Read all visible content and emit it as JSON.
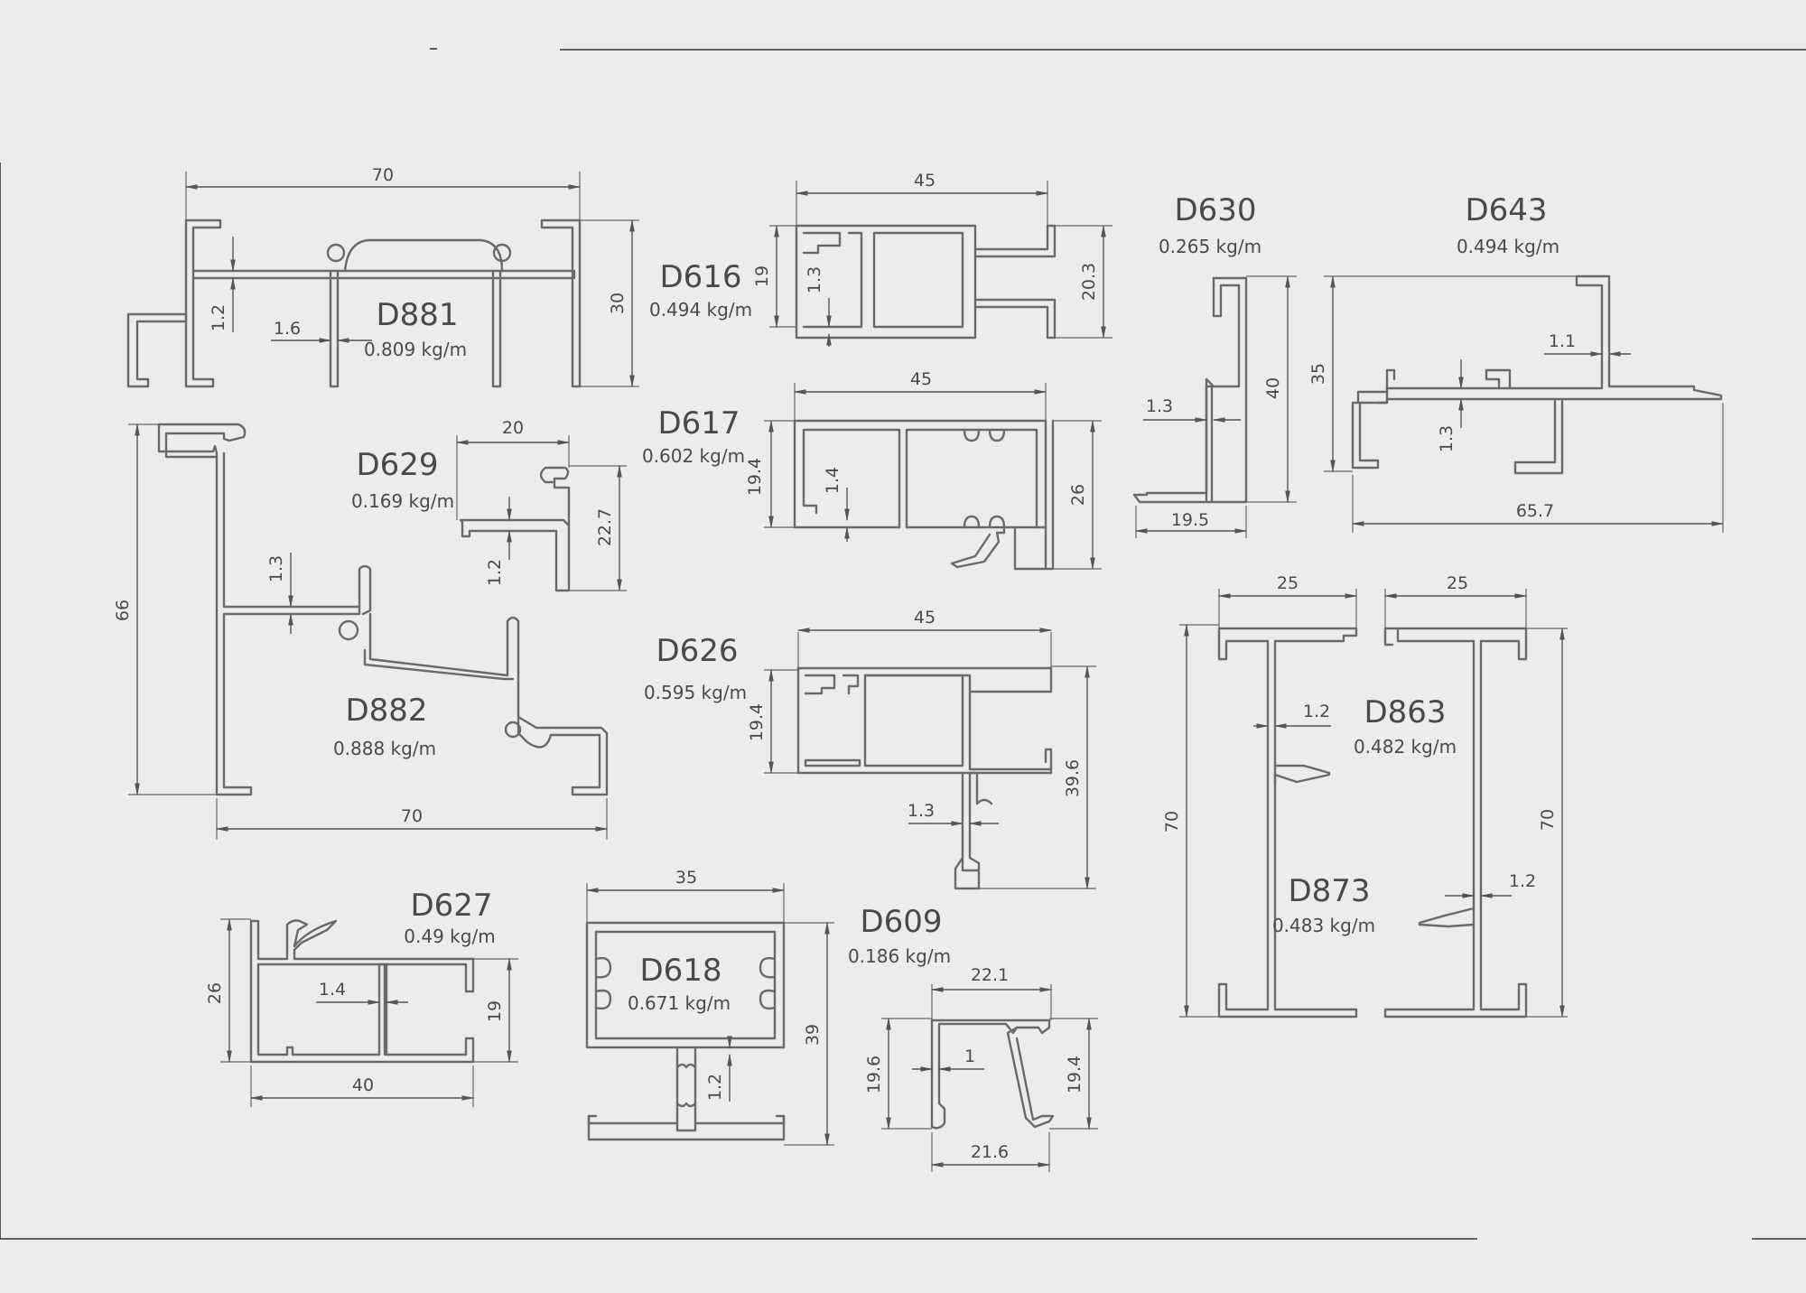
{
  "profiles": [
    {
      "id": "d881",
      "name": "D881",
      "weight": "0.809 kg/m",
      "dims": [
        "70",
        "30",
        "1.2",
        "1.6"
      ]
    },
    {
      "id": "d616",
      "name": "D616",
      "weight": "0.494 kg/m",
      "dims": [
        "45",
        "19",
        "1.3",
        "20.3"
      ]
    },
    {
      "id": "d630",
      "name": "D630",
      "weight": "0.265 kg/m",
      "dims": [
        "40",
        "1.3",
        "19.5"
      ]
    },
    {
      "id": "d643",
      "name": "D643",
      "weight": "0.494 kg/m",
      "dims": [
        "35",
        "1.1",
        "1.3",
        "65.7"
      ]
    },
    {
      "id": "d629",
      "name": "D629",
      "weight": "0.169 kg/m",
      "dims": [
        "20",
        "22.7",
        "1.2"
      ]
    },
    {
      "id": "d617",
      "name": "D617",
      "weight": "0.602 kg/m",
      "dims": [
        "45",
        "19.4",
        "1.4",
        "26"
      ]
    },
    {
      "id": "d882",
      "name": "D882",
      "weight": "0.888 kg/m",
      "dims": [
        "66",
        "1.3",
        "70"
      ]
    },
    {
      "id": "d626",
      "name": "D626",
      "weight": "0.595 kg/m",
      "dims": [
        "45",
        "19.4",
        "39.6",
        "1.3"
      ]
    },
    {
      "id": "d863",
      "name": "D863",
      "weight": "0.482 kg/m",
      "dims": [
        "25",
        "25",
        "1.2",
        "70"
      ]
    },
    {
      "id": "d873",
      "name": "D873",
      "weight": "0.483 kg/m",
      "dims": [
        "70",
        "1.2"
      ]
    },
    {
      "id": "d627",
      "name": "D627",
      "weight": "0.49 kg/m",
      "dims": [
        "26",
        "1.4",
        "19",
        "40"
      ]
    },
    {
      "id": "d618",
      "name": "D618",
      "weight": "0.671 kg/m",
      "dims": [
        "35",
        "39",
        "1.2"
      ]
    },
    {
      "id": "d609",
      "name": "D609",
      "weight": "0.186 kg/m",
      "dims": [
        "22.1",
        "19.6",
        "1",
        "19.4",
        "21.6"
      ]
    }
  ]
}
